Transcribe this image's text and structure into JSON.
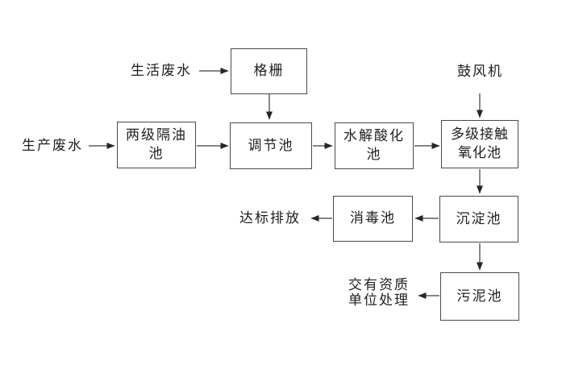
{
  "diagram": {
    "type": "flowchart",
    "subject": "wastewater-treatment-process",
    "colors": {
      "background": "#ffffff",
      "line": "#3c3c3c",
      "box_border": "#4a4a4a",
      "text": "#1f1f1f"
    },
    "nodes": {
      "grid": {
        "label": "格栅"
      },
      "oil": {
        "label": "两级隔油池"
      },
      "regulating": {
        "label": "调节池"
      },
      "hydrolysis": {
        "label": "水解酸化池"
      },
      "contact": {
        "label": "多级接触氧化池"
      },
      "sedimentation": {
        "label": "沉淀池"
      },
      "disinfection": {
        "label": "消毒池"
      },
      "sludge": {
        "label": "污泥池"
      }
    },
    "labels": {
      "domestic": "生活废水",
      "production": "生产废水",
      "blower": "鼓风机",
      "discharge": "达标排放",
      "qualified": "交有资质\n单位处理"
    },
    "edges": [
      "生活废水 → 格栅",
      "格栅 → 调节池",
      "生产废水 → 两级隔油池",
      "两级隔油池 → 调节池",
      "调节池 → 水解酸化池",
      "水解酸化池 → 多级接触氧化池",
      "鼓风机 → 多级接触氧化池",
      "多级接触氧化池 → 沉淀池",
      "沉淀池 → 消毒池",
      "消毒池 → 达标排放",
      "沉淀池 → 污泥池",
      "污泥池 → 交有资质单位处理"
    ]
  }
}
